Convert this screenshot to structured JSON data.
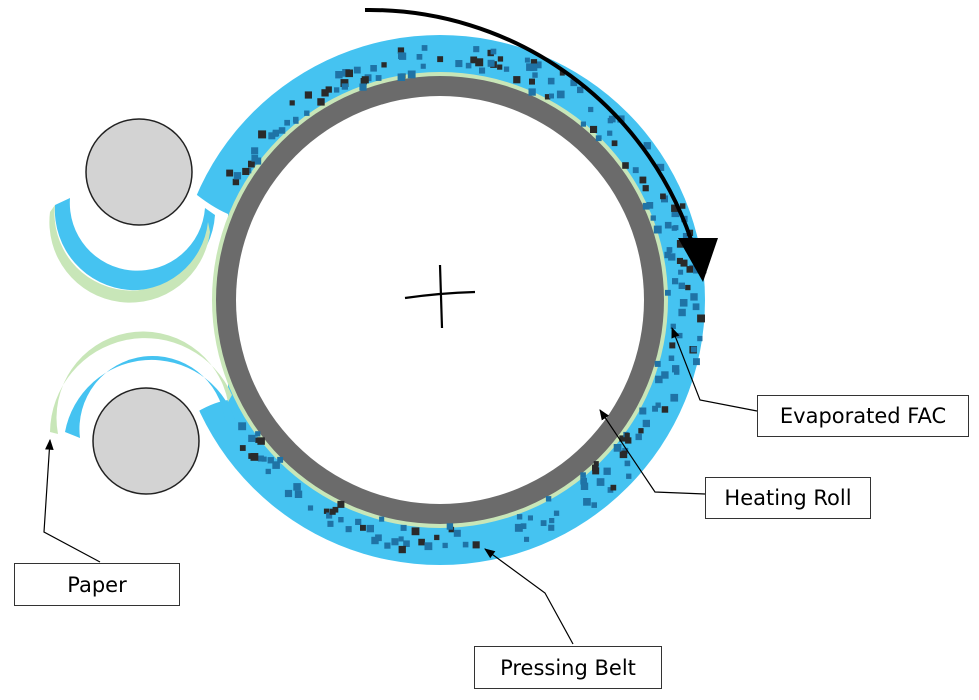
{
  "labels": {
    "evaporated_fac": "Evaporated FAC",
    "heating_roll": "Heating Roll",
    "paper": "Paper",
    "pressing_belt": "Pressing Belt"
  },
  "colors": {
    "pressing_belt": "#45c3f1",
    "paper": "#c8e6b8",
    "heating_roll": "#6b6b6b",
    "fac_particles": "#1f73a6",
    "rollers": "#d3d3d3",
    "arrows": "#000000"
  }
}
